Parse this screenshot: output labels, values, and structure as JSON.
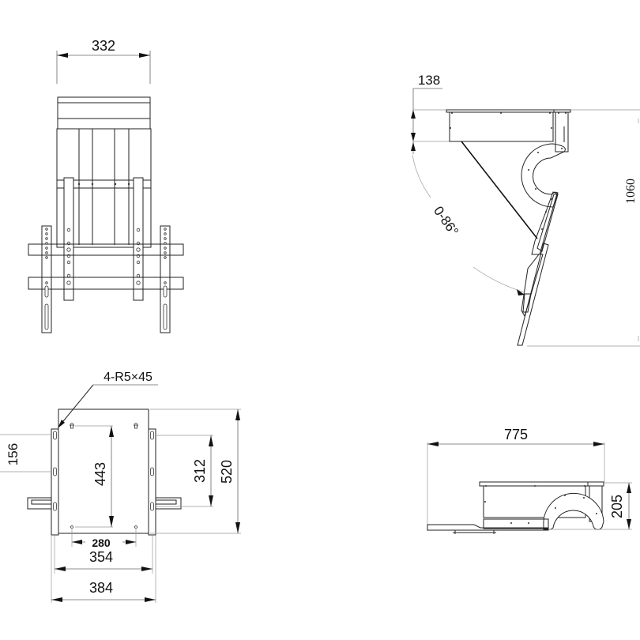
{
  "drawing": {
    "front_view": {
      "width_label": "332"
    },
    "side_view": {
      "depth_label": "138",
      "angle_label": "0-86°",
      "height_label": "1060"
    },
    "wall_plate_view": {
      "slot_callout": "4-R5×45",
      "slot_spacing_label": "156",
      "hole_vertical_label": "443",
      "bracket_vertical_label": "312",
      "plate_height_label": "520",
      "hole_horizontal_label": "280",
      "inner_width_label": "354",
      "outer_width_label": "384"
    },
    "folded_view": {
      "length_label": "775",
      "height_label": "205"
    },
    "colors": {
      "line": "#222222",
      "dimension": "#666666",
      "background": "#ffffff"
    }
  }
}
